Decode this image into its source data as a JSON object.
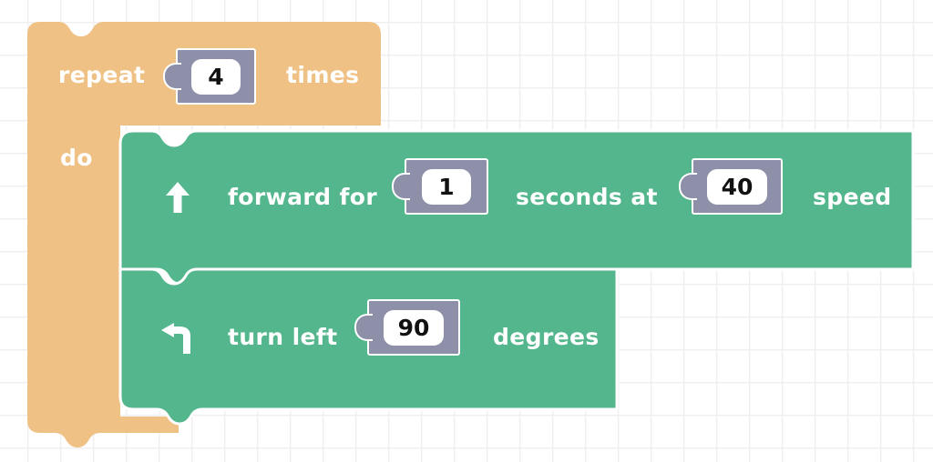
{
  "canvas": {
    "background_color": "#ffffff",
    "grid_line_color": "#f0f0f0",
    "grid_size": "36"
  },
  "palette": {
    "control_block_color": "#f0c184",
    "motion_block_color": "#53b68c",
    "socket_color": "#8d90a8",
    "socket_field_color": "#ffffff",
    "block_text_color": "#ffffff",
    "socket_text_color": "#111111"
  },
  "program": {
    "control": {
      "name": "repeat-block",
      "label_repeat": "repeat",
      "times_value": "4",
      "label_times": "times",
      "label_do": "do"
    },
    "statements": [
      {
        "name": "forward-block",
        "icon": "arrow-up-icon",
        "label_action": "forward  for",
        "duration_value": "1",
        "label_unit": "seconds  at",
        "speed_value": "40",
        "label_speed": "speed"
      },
      {
        "name": "turn-left-block",
        "icon": "arrow-turn-left-icon",
        "label_action": "turn  left",
        "angle_value": "90",
        "label_unit": "degrees"
      }
    ]
  }
}
